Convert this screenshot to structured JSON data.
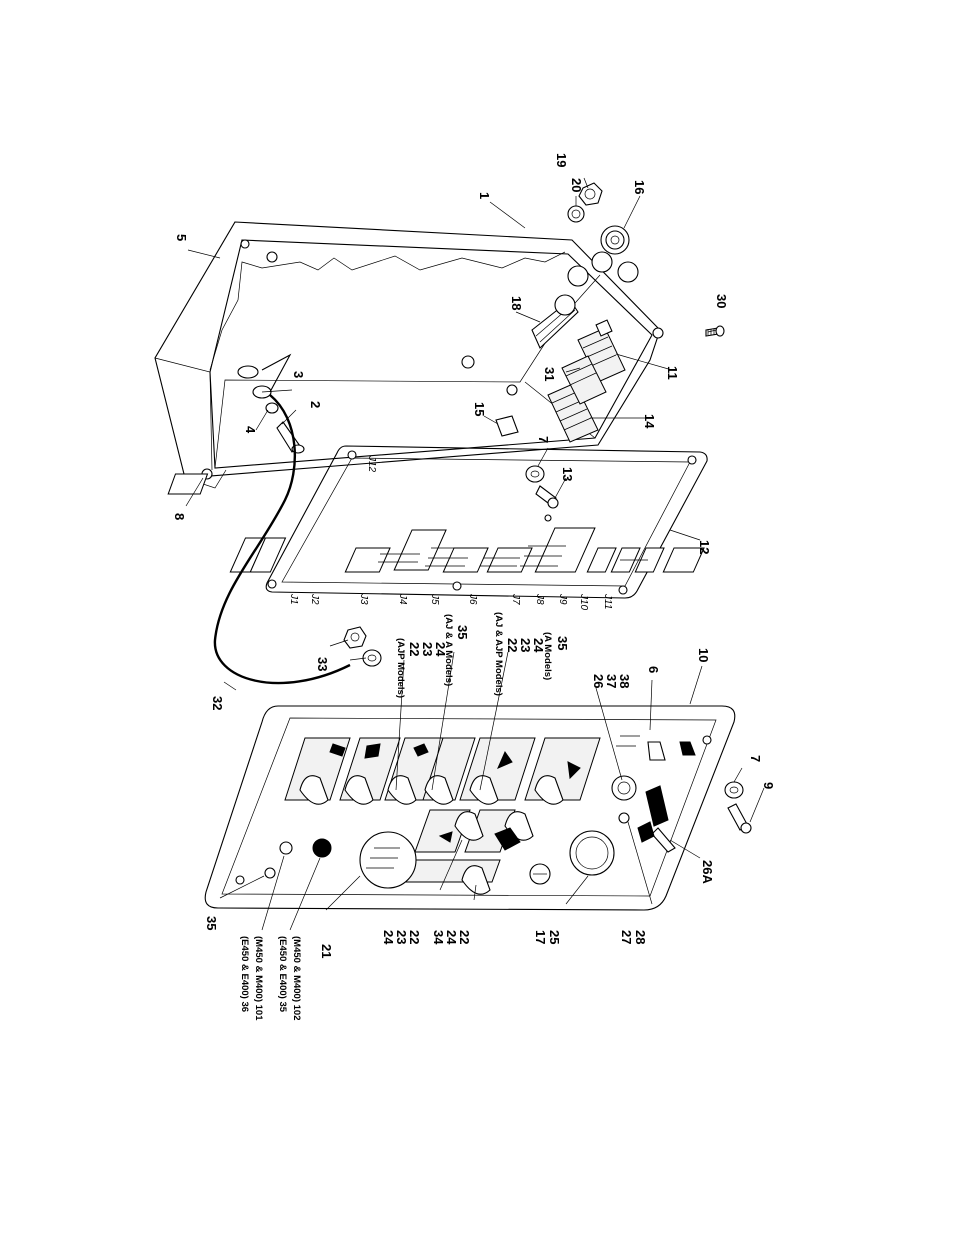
{
  "diagram": {
    "connector_labels": [
      "J1",
      "J2",
      "J3",
      "J4",
      "J5",
      "J6",
      "J7",
      "J8",
      "J9",
      "J10",
      "J11",
      "J12"
    ],
    "callouts": {
      "c1": "1",
      "c2": "2",
      "c3": "3",
      "c4": "4",
      "c5": "5",
      "c6": "6",
      "c7a": "7",
      "c7b": "7",
      "c8": "8",
      "c9": "9",
      "c10": "10",
      "c11": "11",
      "c12": "12",
      "c13": "13",
      "c14": "14",
      "c15": "15",
      "c16": "16",
      "c18": "18",
      "c19": "19",
      "c20": "20",
      "c30": "30",
      "c31": "31",
      "c32": "32",
      "c33": "33",
      "c21": "21",
      "c35a": "35",
      "c26a": "26A",
      "c27": "27",
      "c28": "28",
      "c17": "17",
      "c25": "25"
    },
    "stacks": {
      "s1": [
        "(AJP Models)",
        "22",
        "23",
        "24",
        "(AJ & A Models)",
        "35"
      ],
      "s2": [
        "(AJ & AJP Models)",
        "22",
        "23",
        "24",
        "(A Models)",
        "35"
      ],
      "s3": [
        "26",
        "37",
        "38"
      ],
      "s4": [
        "24",
        "23",
        "22"
      ],
      "s5": [
        "34",
        "24",
        "22"
      ],
      "s6": [
        "(E450 & E400) 36",
        "(M450 & M400) 101"
      ],
      "s7": [
        "(E450 & E400) 35",
        "(M450 & M400) 102"
      ]
    }
  }
}
